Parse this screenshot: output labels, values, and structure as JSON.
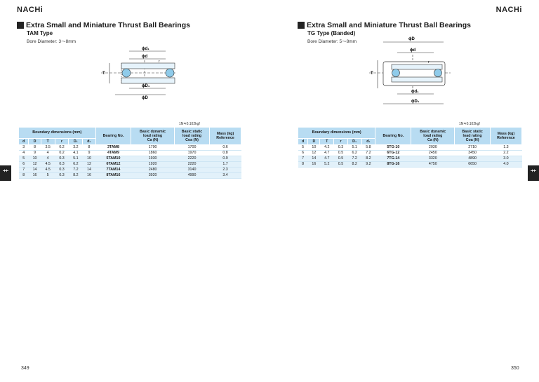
{
  "brand": "NACHi",
  "tab_glyph": "⺾",
  "left": {
    "title": "Extra Small and Miniature Thrust Ball Bearings",
    "subtitle": "TAM Type",
    "bore": "Bore Diameter: 3～8mm",
    "diagram": {
      "d1": "ϕd₁",
      "d": "ϕd",
      "T": "T",
      "r": "r",
      "D1": "ϕD₁",
      "D": "ϕD"
    },
    "unit_note": "1N≒0.102kgf",
    "table": {
      "group_header": "Boundary dimensions (mm)",
      "cols": [
        "d",
        "D",
        "T",
        "r",
        "D₁",
        "d₁"
      ],
      "bearing_header": "Bearing No.",
      "dyn_header": [
        "Basic dynamic",
        "load rating",
        "Ca (N)"
      ],
      "stat_header": [
        "Basic static",
        "load rating",
        "Coa (N)"
      ],
      "mass_header": [
        "Mass (kg)",
        "Reference"
      ],
      "rows": [
        [
          "3",
          "8",
          "3.5",
          "0.2",
          "3.2",
          "8",
          "3TAM8",
          "1790",
          "1700",
          "0.6"
        ],
        [
          "4",
          "9",
          "4",
          "0.2",
          "4.1",
          "9",
          "4TAM9",
          "1860",
          "1970",
          "0.8"
        ],
        [
          "5",
          "10",
          "4",
          "0.3",
          "5.1",
          "10",
          "5TAM10",
          "1930",
          "2220",
          "0.9"
        ],
        [
          "6",
          "12",
          "4.5",
          "0.3",
          "6.2",
          "12",
          "6TAM12",
          "1920",
          "2220",
          "1.7"
        ],
        [
          "7",
          "14",
          "4.5",
          "0.3",
          "7.2",
          "14",
          "7TAM14",
          "2480",
          "3140",
          "2.3"
        ],
        [
          "8",
          "16",
          "5",
          "0.3",
          "8.2",
          "16",
          "8TAM16",
          "3920",
          "4990",
          "3.4"
        ]
      ]
    },
    "page_number": "349"
  },
  "right": {
    "title": "Extra Small and Miniature Thrust Ball Bearings",
    "subtitle": "TG Type (Banded)",
    "bore": "Bore Diameter: 5～8mm",
    "diagram": {
      "D": "ϕD",
      "d": "ϕd",
      "T": "T",
      "r": "r",
      "d1": "ϕd₁",
      "D1": "ϕD₁"
    },
    "unit_note": "1N≒0.102kgf",
    "table": {
      "group_header": "Boundary dimensions (mm)",
      "cols": [
        "d",
        "D",
        "T",
        "r",
        "D₁",
        "d₁"
      ],
      "bearing_header": "Bearing No.",
      "dyn_header": [
        "Basic dynamic",
        "load rating",
        "Ca (N)"
      ],
      "stat_header": [
        "Basic static",
        "load rating",
        "Coa (N)"
      ],
      "mass_header": [
        "Mass (kg)",
        "Reference"
      ],
      "rows": [
        [
          "5",
          "10",
          "4.2",
          "0.3",
          "5.1",
          "5.8",
          "5TG-10",
          "2030",
          "2710",
          "1.3"
        ],
        [
          "6",
          "12",
          "4.7",
          "0.5",
          "6.2",
          "7.2",
          "6TG-12",
          "2450",
          "3450",
          "2.2"
        ],
        [
          "7",
          "14",
          "4.7",
          "0.5",
          "7.2",
          "8.2",
          "7TG-14",
          "3320",
          "4890",
          "3.0"
        ],
        [
          "8",
          "16",
          "5.2",
          "0.5",
          "8.2",
          "9.2",
          "8TG-16",
          "4750",
          "6650",
          "4.0"
        ]
      ]
    },
    "page_number": "350"
  }
}
